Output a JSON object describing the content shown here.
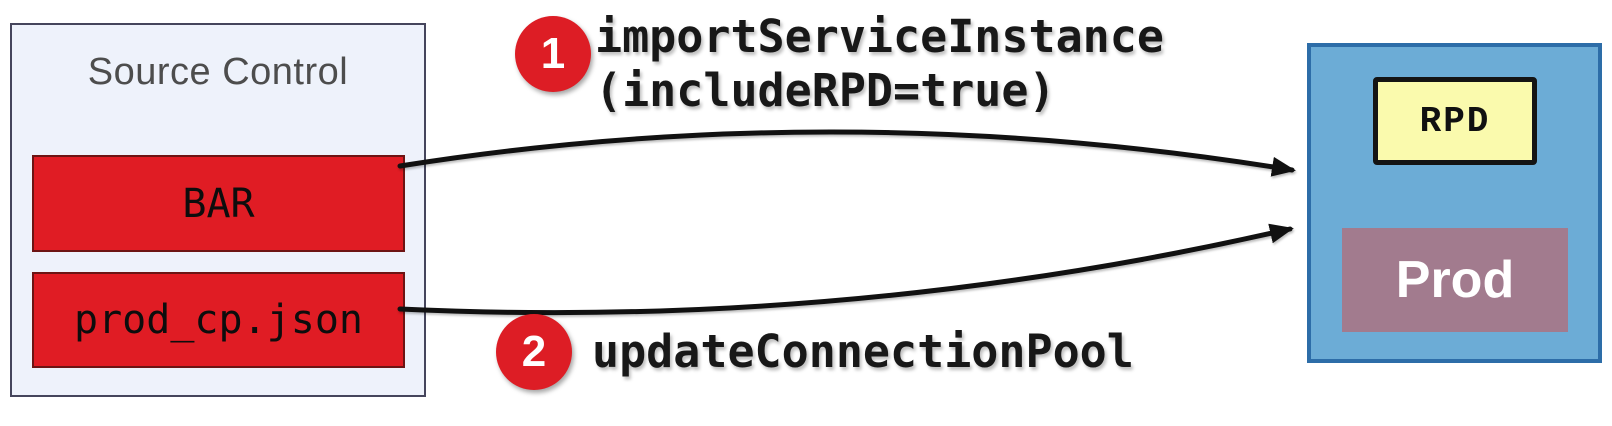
{
  "diagram": {
    "source_panel": {
      "title": "Source Control",
      "items": [
        {
          "label": "BAR"
        },
        {
          "label": "prod_cp.json"
        }
      ]
    },
    "steps": [
      {
        "number": "1",
        "lines": [
          "importServiceInstance",
          "(includeRPD=true)"
        ]
      },
      {
        "number": "2",
        "lines": [
          "updateConnectionPool"
        ]
      }
    ],
    "target_panel": {
      "rpd_label": "RPD",
      "prod_label": "Prod"
    },
    "colors": {
      "artifact_red": "#e01c24",
      "artifact_border": "#6d1414",
      "badge_red": "#dd1d25",
      "source_panel_bg": "#eef2fb",
      "source_panel_border": "#45455c",
      "target_panel_bg": "#6cacd6",
      "target_panel_border": "#2d6da8",
      "rpd_yellow": "#fafaad",
      "prod_mauve": "#a27b8e",
      "arrow_black": "#111111",
      "title_gray": "#4d4d4d"
    }
  }
}
